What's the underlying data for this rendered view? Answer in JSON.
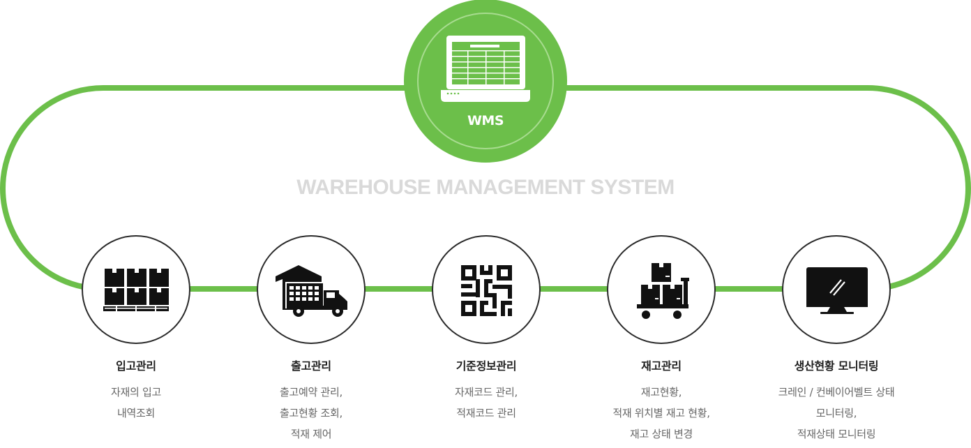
{
  "hub": {
    "label": "WMS",
    "icon": "laptop-table-icon"
  },
  "headline": "WAREHOUSE MANAGEMENT SYSTEM",
  "colors": {
    "accent": "#6cbf4a",
    "accent_dark": "#5aa83c",
    "headline": "#d9d9d9",
    "icon": "#111111",
    "title": "#1f1f1f",
    "desc": "#666666"
  },
  "nodes": [
    {
      "id": "inbound",
      "icon": "pallet-boxes-icon",
      "title": "입고관리",
      "desc": [
        "자재의 입고",
        "내역조회"
      ]
    },
    {
      "id": "outbound",
      "icon": "delivery-truck-icon",
      "title": "출고관리",
      "desc": [
        "출고예약 관리,",
        "출고현황 조회,",
        "적재 제어"
      ]
    },
    {
      "id": "master",
      "icon": "qr-code-icon",
      "title": "기준정보관리",
      "desc": [
        "자재코드 관리,",
        "적재코드 관리"
      ]
    },
    {
      "id": "inventory",
      "icon": "hand-cart-boxes-icon",
      "title": "재고관리",
      "desc": [
        "재고현황,",
        "적재 위치별 재고 현황,",
        "재고 상태 변경"
      ]
    },
    {
      "id": "production",
      "icon": "monitor-icon",
      "title": "생산현황 모니터링",
      "desc": [
        "크레인 / 컨베이어벨트 상태",
        "모니터링,",
        "적재상태 모니터링"
      ]
    }
  ]
}
